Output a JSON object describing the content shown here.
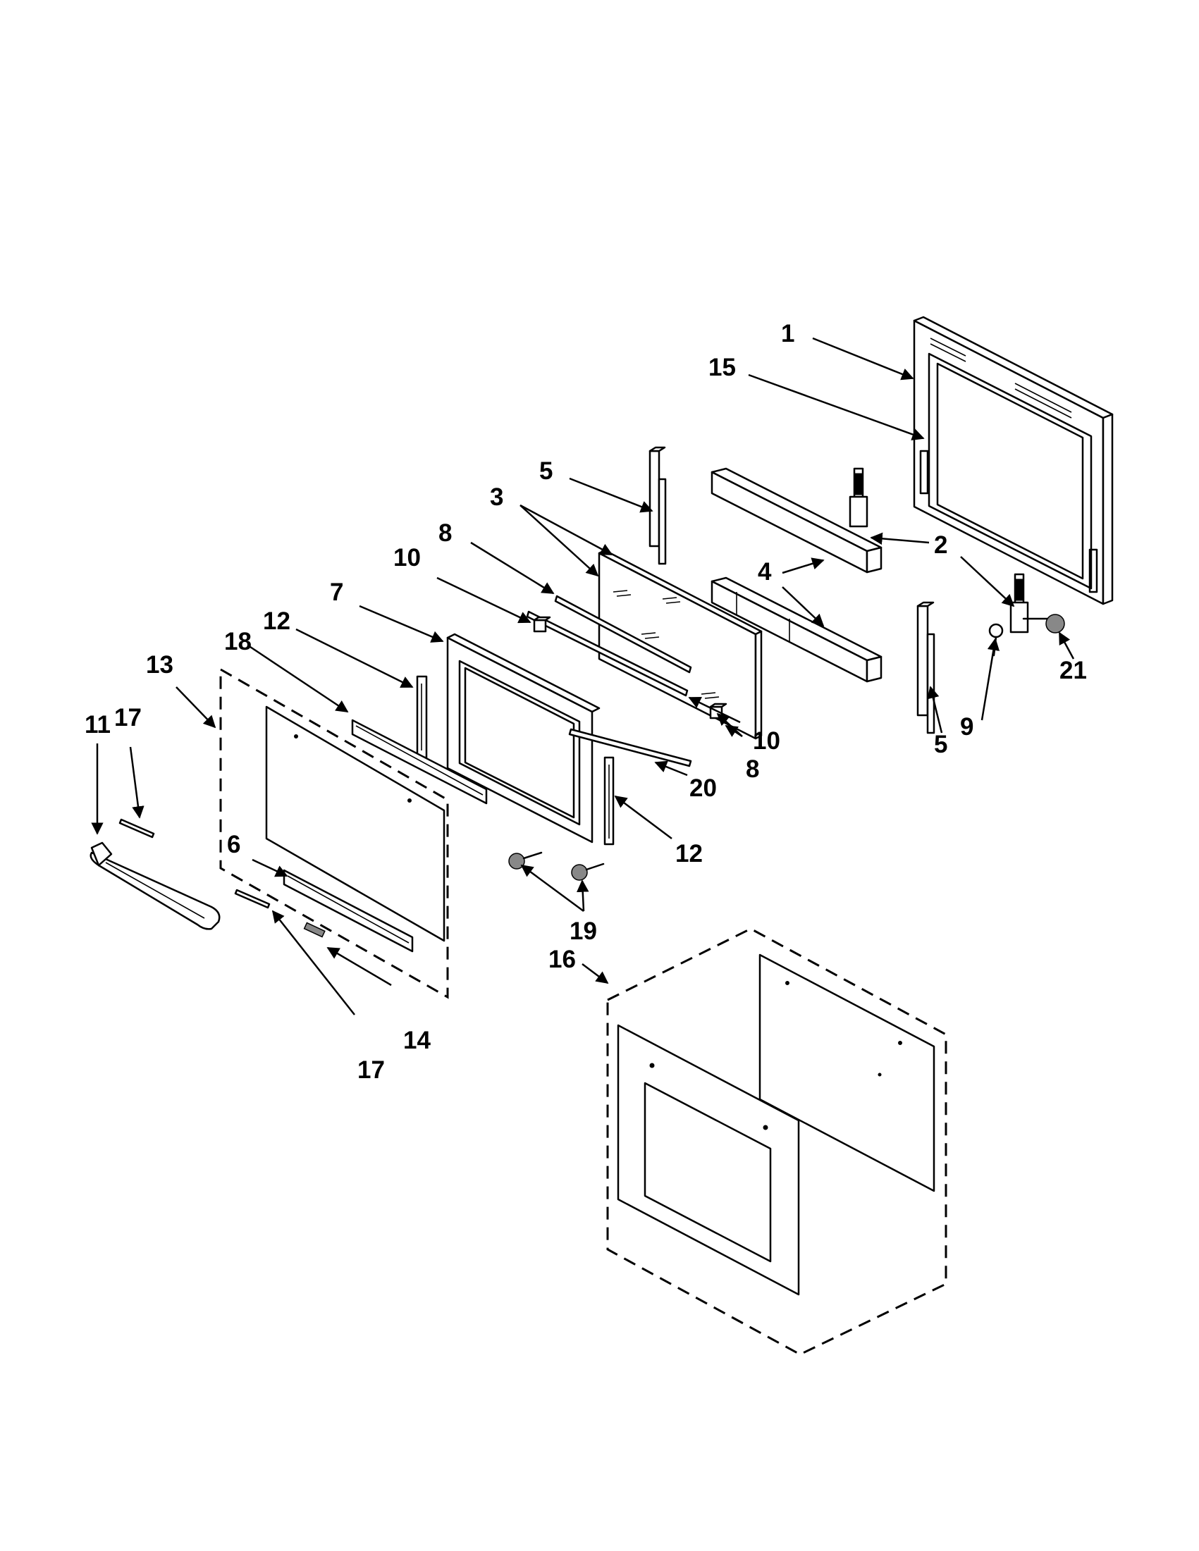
{
  "diagram": {
    "callouts": [
      "1",
      "15",
      "5",
      "3",
      "8",
      "10",
      "2",
      "4",
      "7",
      "12",
      "18",
      "13",
      "11",
      "17",
      "6",
      "19",
      "20",
      "9",
      "21",
      "14",
      "16"
    ]
  }
}
